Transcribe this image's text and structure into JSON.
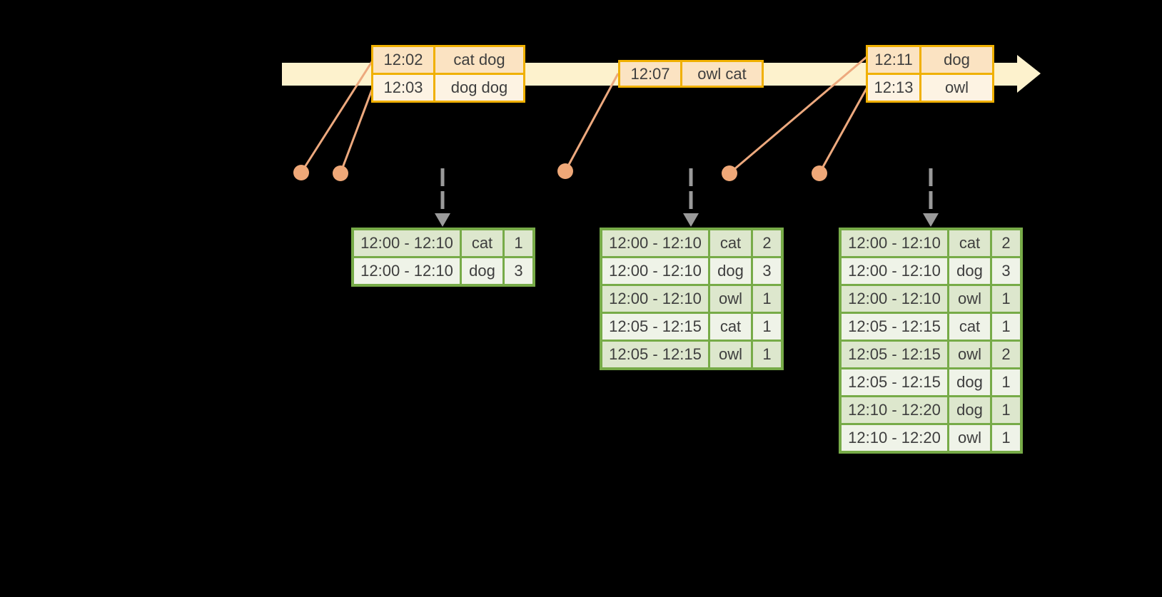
{
  "diagram": {
    "kind": "streaming-windowed-aggregation-timeline",
    "colors": {
      "background": "#000000",
      "timeline_fill": "#fdf2cd",
      "event_table_border": "#f0b000",
      "event_row_dark": "#fbe3c2",
      "event_row_light": "#fdf3e3",
      "leader_line": "#eda97e",
      "event_dot": "#efa878",
      "trigger_arrow": "#9a9a9a",
      "result_table_border": "#77ab48",
      "result_row_dark": "#dde7cd",
      "result_row_light": "#eff3e8",
      "text": "#3e3e3e"
    }
  },
  "event_tables": [
    {
      "rows": [
        [
          "12:02",
          "cat dog"
        ],
        [
          "12:03",
          "dog dog"
        ]
      ]
    },
    {
      "rows": [
        [
          "12:07",
          "owl cat"
        ]
      ]
    },
    {
      "rows": [
        [
          "12:11",
          "dog"
        ],
        [
          "12:13",
          "owl"
        ]
      ]
    }
  ],
  "result_tables": [
    {
      "rows": [
        [
          "12:00 - 12:10",
          "cat",
          "1"
        ],
        [
          "12:00 - 12:10",
          "dog",
          "3"
        ]
      ]
    },
    {
      "rows": [
        [
          "12:00 - 12:10",
          "cat",
          "2"
        ],
        [
          "12:00 - 12:10",
          "dog",
          "3"
        ],
        [
          "12:00 - 12:10",
          "owl",
          "1"
        ],
        [
          "12:05 - 12:15",
          "cat",
          "1"
        ],
        [
          "12:05 - 12:15",
          "owl",
          "1"
        ]
      ]
    },
    {
      "rows": [
        [
          "12:00 - 12:10",
          "cat",
          "2"
        ],
        [
          "12:00 - 12:10",
          "dog",
          "3"
        ],
        [
          "12:00 - 12:10",
          "owl",
          "1"
        ],
        [
          "12:05 - 12:15",
          "cat",
          "1"
        ],
        [
          "12:05 - 12:15",
          "owl",
          "2"
        ],
        [
          "12:05 - 12:15",
          "dog",
          "1"
        ],
        [
          "12:10 - 12:20",
          "dog",
          "1"
        ],
        [
          "12:10 - 12:20",
          "owl",
          "1"
        ]
      ]
    }
  ]
}
